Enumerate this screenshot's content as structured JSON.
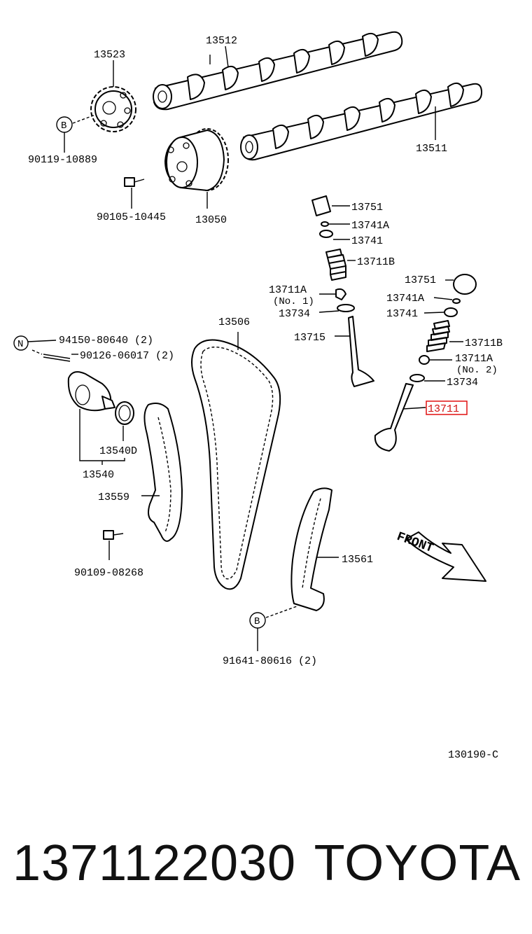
{
  "diagram": {
    "labels": {
      "p13512": "13512",
      "p13523": "13523",
      "p90119": "90119-10889",
      "p13511": "13511",
      "p90105": "90105-10445",
      "p13050": "13050",
      "p13751a": "13751",
      "p13741Aa": "13741A",
      "p13741a": "13741",
      "p13711Ba": "13711B",
      "p13711Aa": "13711A",
      "p13711Aa_note": "(No. 1)",
      "p13734a": "13734",
      "p13751b": "13751",
      "p13741Ab": "13741A",
      "p13741b": "13741",
      "p13506": "13506",
      "p13715": "13715",
      "p13711Bb": "13711B",
      "p13711Ab": "13711A",
      "p13711Ab_note": "(No. 2)",
      "p13734b": "13734",
      "p13711": "13711",
      "p94150": "94150-80640 (2)",
      "p90126": "90126-06017 (2)",
      "p13540D": "13540D",
      "p13540": "13540",
      "p13559": "13559",
      "p90109": "90109-08268",
      "p13561": "13561",
      "p91641": "91641-80616 (2)",
      "front": "FRONT",
      "ref_code": "130190-C",
      "marker_b1": "B",
      "marker_b2": "B",
      "marker_n": "N"
    },
    "highlighted_part": "13711"
  },
  "footer": {
    "part_number": "1371122030",
    "brand": "TOYOTA"
  }
}
